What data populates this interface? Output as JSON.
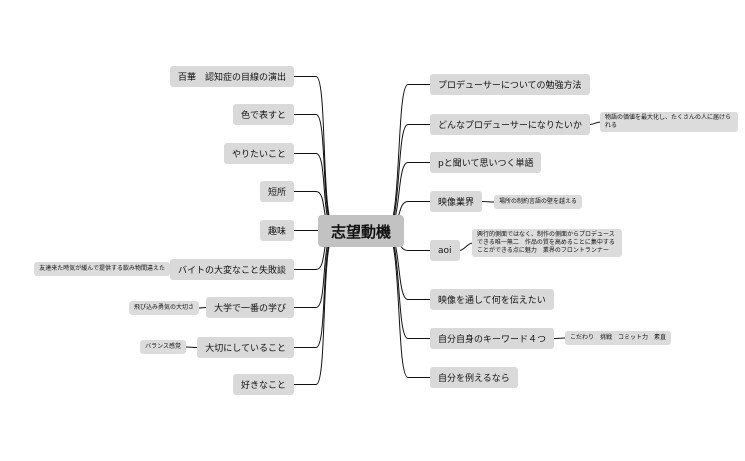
{
  "center": "志望動機",
  "left_branches": [
    "百華　認知症の目線の演出",
    "色で表すと",
    "やりたいこと",
    "短所",
    "趣味",
    "バイトの大変なこと失敗談",
    "大学で一番の学び",
    "大切にしていること",
    "好きなこと"
  ],
  "right_branches": [
    "プロデューサーについての勉強方法",
    "どんなプロデューサーになりたいか",
    "pと聞いて思いつく単語",
    "映像業界",
    "aoi",
    "映像を通して何を伝えたい",
    "自分自身のキーワード４つ",
    "自分を例えるなら"
  ],
  "left_leaves": {
    "baito": "友達来た時気が緩んで提供する飲み物間違えた",
    "daigaku": "飛び込み勇気の大切さ",
    "taisetsu": "バランス感覚"
  },
  "right_leaves": {
    "producer": "物語の価値を最大化し、たくさんの人に届けられる",
    "eizo": "場所の制約言語の壁を越える",
    "aoi": "興行的側面ではなく、制作の側面からプロデュースできる唯一無二　作品の質を高めることに集中することができる点に魅力　業界のフロントランナー",
    "keyword": "こだわり　挑戦　コミット力　素直"
  }
}
